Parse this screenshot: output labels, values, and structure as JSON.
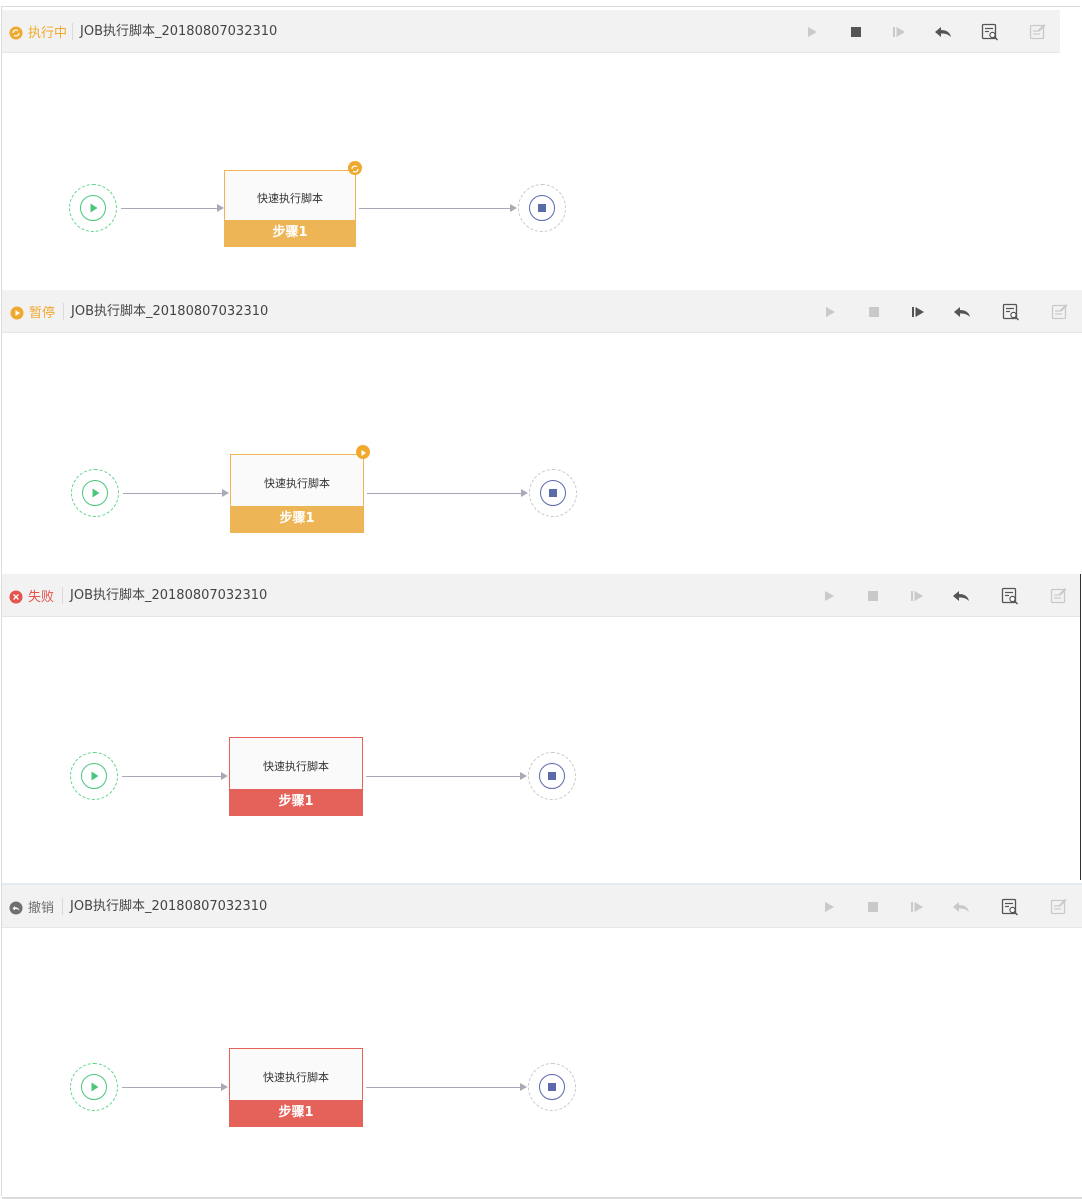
{
  "job_name": "JOB执行脚本_20180807032310",
  "panels": [
    {
      "status": "执行中",
      "status_color": "#f0a92e",
      "step_title": "快速执行脚本",
      "step_label": "步骤1",
      "step_color": "#eeb556",
      "step_border": "#eeb556",
      "toolbar": {
        "run": "disabled",
        "stop": "enabled",
        "resume": "disabled",
        "undo": "enabled",
        "log": "enabled",
        "edit": "disabled"
      }
    },
    {
      "status": "暂停",
      "status_color": "#f0a92e",
      "step_title": "快速执行脚本",
      "step_label": "步骤1",
      "step_color": "#eeb556",
      "step_border": "#eeb556",
      "toolbar": {
        "run": "disabled",
        "stop": "disabled",
        "resume": "enabled",
        "undo": "enabled",
        "log": "enabled",
        "edit": "disabled"
      }
    },
    {
      "status": "失败",
      "status_color": "#e5534b",
      "step_title": "快速执行脚本",
      "step_label": "步骤1",
      "step_color": "#e5625a",
      "step_border": "#e5625a",
      "toolbar": {
        "run": "disabled",
        "stop": "disabled",
        "resume": "disabled",
        "undo": "enabled",
        "log": "enabled",
        "edit": "disabled"
      }
    },
    {
      "status": "撤销",
      "status_color": "#6f6f6f",
      "step_title": "快速执行脚本",
      "step_label": "步骤1",
      "step_color": "#e5625a",
      "step_border": "#e5625a",
      "toolbar": {
        "run": "disabled",
        "stop": "disabled",
        "resume": "disabled",
        "undo": "disabled",
        "log": "enabled",
        "edit": "disabled"
      }
    }
  ],
  "icons": {
    "run": "play-icon",
    "stop": "stop-icon",
    "resume": "step-resume-icon",
    "undo": "undo-icon",
    "log": "log-view-icon",
    "edit": "edit-icon",
    "start": "start-node-icon",
    "end": "end-node-icon"
  },
  "colors": {
    "enabled_icon": "#555555",
    "disabled_icon": "#c9c9c9",
    "start_green": "#4cc57b",
    "end_blue": "#5b6aa8"
  }
}
